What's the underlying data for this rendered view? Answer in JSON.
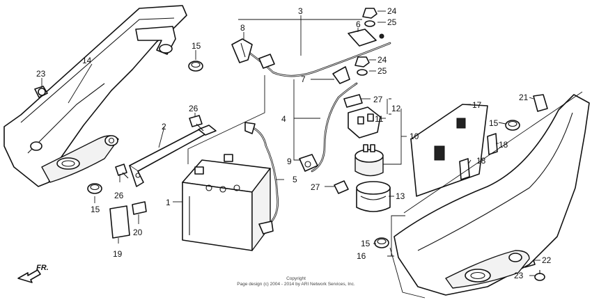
{
  "callouts": {
    "c1": "1",
    "c2": "2",
    "c3": "3",
    "c4": "4",
    "c5": "5",
    "c6": "6",
    "c7": "7",
    "c8": "8",
    "c9": "9",
    "c10": "10",
    "c11": "11",
    "c12": "12",
    "c13": "13",
    "c14": "14",
    "c15a": "15",
    "c15b": "15",
    "c15c": "15",
    "c15d": "15",
    "c16": "16",
    "c17": "17",
    "c18a": "18",
    "c18b": "18",
    "c19": "19",
    "c20": "20",
    "c21": "21",
    "c22": "22",
    "c23a": "23",
    "c23b": "23",
    "c24a": "24",
    "c24b": "24",
    "c25a": "25",
    "c25b": "25",
    "c26a": "26",
    "c26b": "26",
    "c27a": "27",
    "c27b": "27"
  },
  "direction_label": "FR.",
  "copyright": {
    "line1": "Copyright",
    "line2": "Page design (c) 2004 - 2014 by ARI Network Services, Inc."
  }
}
